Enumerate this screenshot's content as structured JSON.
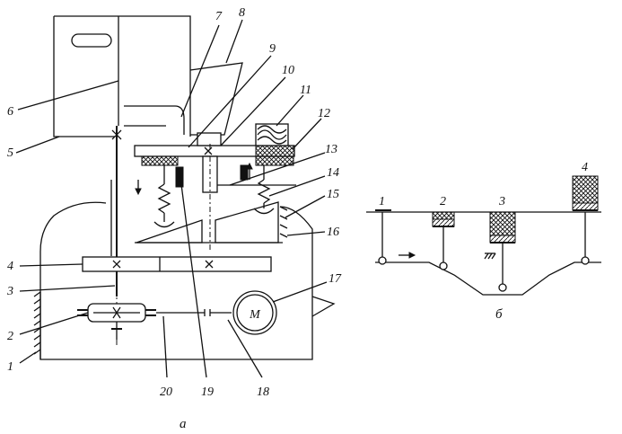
{
  "figure_a": {
    "caption": "a",
    "labels": {
      "l1": "1",
      "l2": "2",
      "l3": "3",
      "l4": "4",
      "l5": "5",
      "l6": "6",
      "l7": "7",
      "l8": "8",
      "l9": "9",
      "l10": "10",
      "l11": "11",
      "l12": "12",
      "l13": "13",
      "l14": "14",
      "l15": "15",
      "l16": "16",
      "l17": "17",
      "l18": "18",
      "l19": "19",
      "l20": "20"
    },
    "motor_label": "M"
  },
  "figure_b": {
    "caption": "б",
    "labels": {
      "l1": "1",
      "l2": "2",
      "l3": "3",
      "l4": "4"
    }
  },
  "colors": {
    "ink": "#111111",
    "paper": "#ffffff"
  }
}
